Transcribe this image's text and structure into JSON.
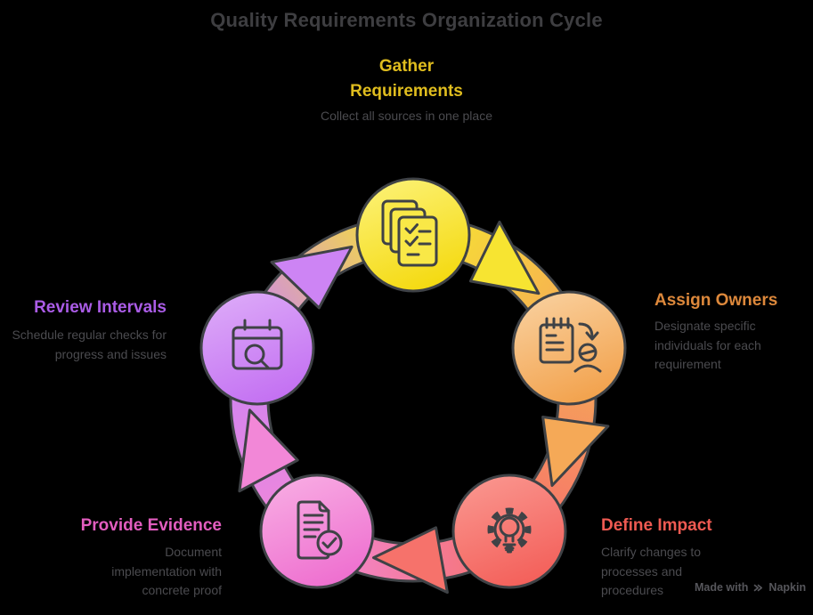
{
  "title": "Quality Requirements Organization Cycle",
  "colors": {
    "background": "#000000",
    "outline": "#3f4246",
    "icon_stroke": "#3f4246",
    "title": "#3e3e41",
    "description": "#4b4b4f",
    "watermark": "#56565b"
  },
  "steps": [
    {
      "label": "Gather Requirements",
      "description": "Collect all sources in one place",
      "heading_color": "#e0bd1e",
      "arrow_color": "#f7e431",
      "circle_light": "#fcf173",
      "circle_dark": "#f4d90e",
      "icon": "checklist-stack-icon"
    },
    {
      "label": "Assign Owners",
      "description": "Designate specific individuals for each requirement",
      "heading_color": "#dd883b",
      "arrow_color": "#f5a957",
      "circle_light": "#f9cf9c",
      "circle_dark": "#f2a14b",
      "icon": "assign-person-icon"
    },
    {
      "label": "Define Impact",
      "description": "Clarify changes to processes and procedures",
      "heading_color": "#ef5a52",
      "arrow_color": "#f6726b",
      "circle_light": "#fa958e",
      "circle_dark": "#f35f59",
      "icon": "gear-lightbulb-icon"
    },
    {
      "label": "Provide Evidence",
      "description": "Document implementation with concrete proof",
      "heading_color": "#e25dbf",
      "arrow_color": "#f287d7",
      "circle_light": "#f8abe3",
      "circle_dark": "#ee6ecf",
      "icon": "document-check-icon"
    },
    {
      "label": "Review Intervals",
      "description": "Schedule regular checks for progress and issues",
      "heading_color": "#aa5ce6",
      "arrow_color": "#cd84f4",
      "circle_light": "#dca9f8",
      "circle_dark": "#c36ff2",
      "icon": "calendar-search-icon"
    }
  ],
  "watermark": {
    "prefix": "Made with",
    "brand": "Napkin"
  }
}
